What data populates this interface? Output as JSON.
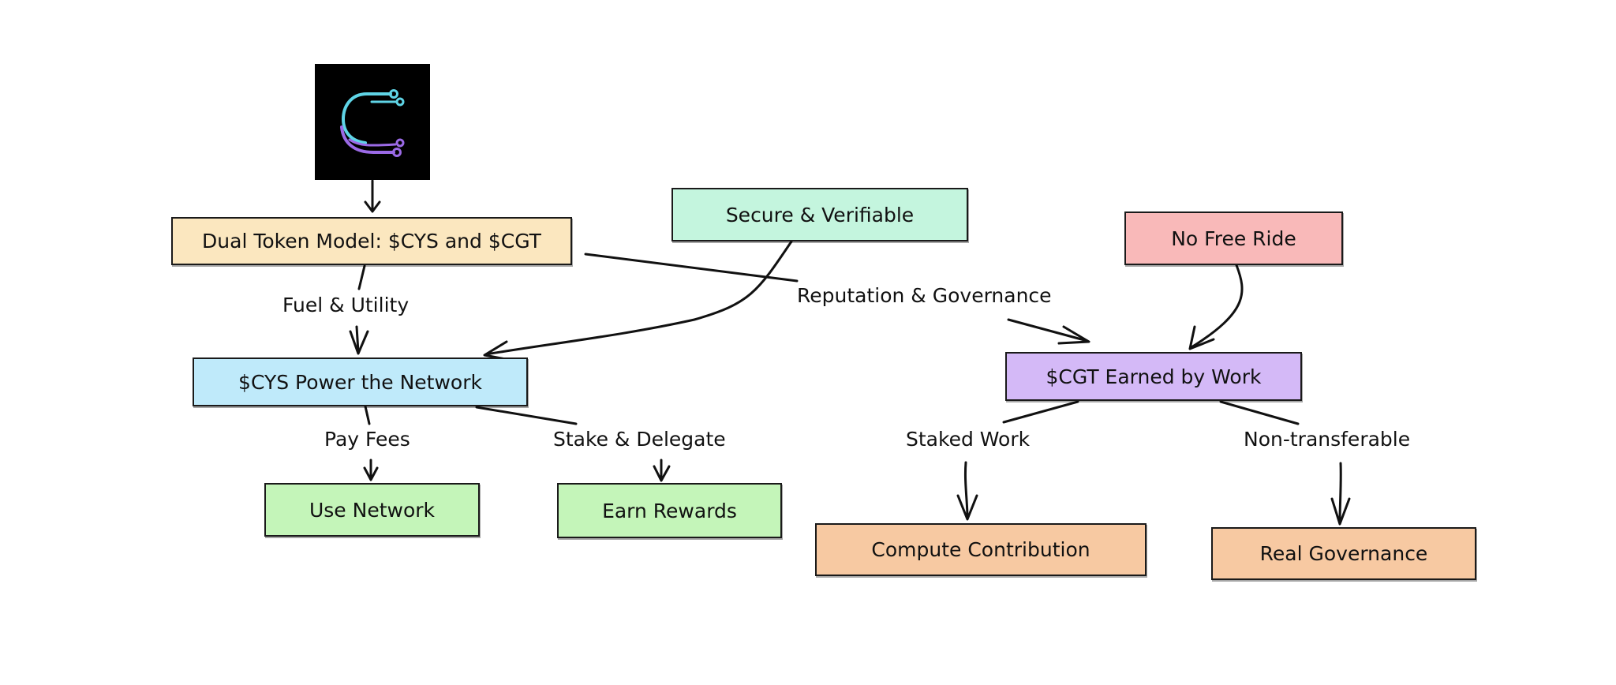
{
  "logo": {
    "icon": "c-circuit-logo-icon",
    "colors": {
      "cyan": "#5fd4e6",
      "purple": "#9b6ae6"
    }
  },
  "nodes": {
    "dual_token": {
      "label": "Dual Token Model: $CYS and $CGT",
      "color": "#fbe7bf"
    },
    "secure": {
      "label": "Secure & Verifiable",
      "color": "#c4f5de"
    },
    "no_free_ride": {
      "label": "No Free Ride",
      "color": "#f9b9b9"
    },
    "cys_power": {
      "label": "$CYS Power the Network",
      "color": "#bfeafa"
    },
    "cgt_earned": {
      "label": "$CGT Earned by Work",
      "color": "#d4b9f7"
    },
    "use_network": {
      "label": "Use Network",
      "color": "#c4f5b9"
    },
    "earn_rewards": {
      "label": "Earn Rewards",
      "color": "#c4f5b9"
    },
    "compute": {
      "label": "Compute Contribution",
      "color": "#f7c9a2"
    },
    "real_gov": {
      "label": "Real Governance",
      "color": "#f7c9a2"
    }
  },
  "edge_labels": {
    "fuel": "Fuel & Utility",
    "reputation": "Reputation & Governance",
    "pay_fees": "Pay Fees",
    "stake": "Stake & Delegate",
    "staked_work": "Staked Work",
    "non_transferable": "Non-transferable"
  }
}
